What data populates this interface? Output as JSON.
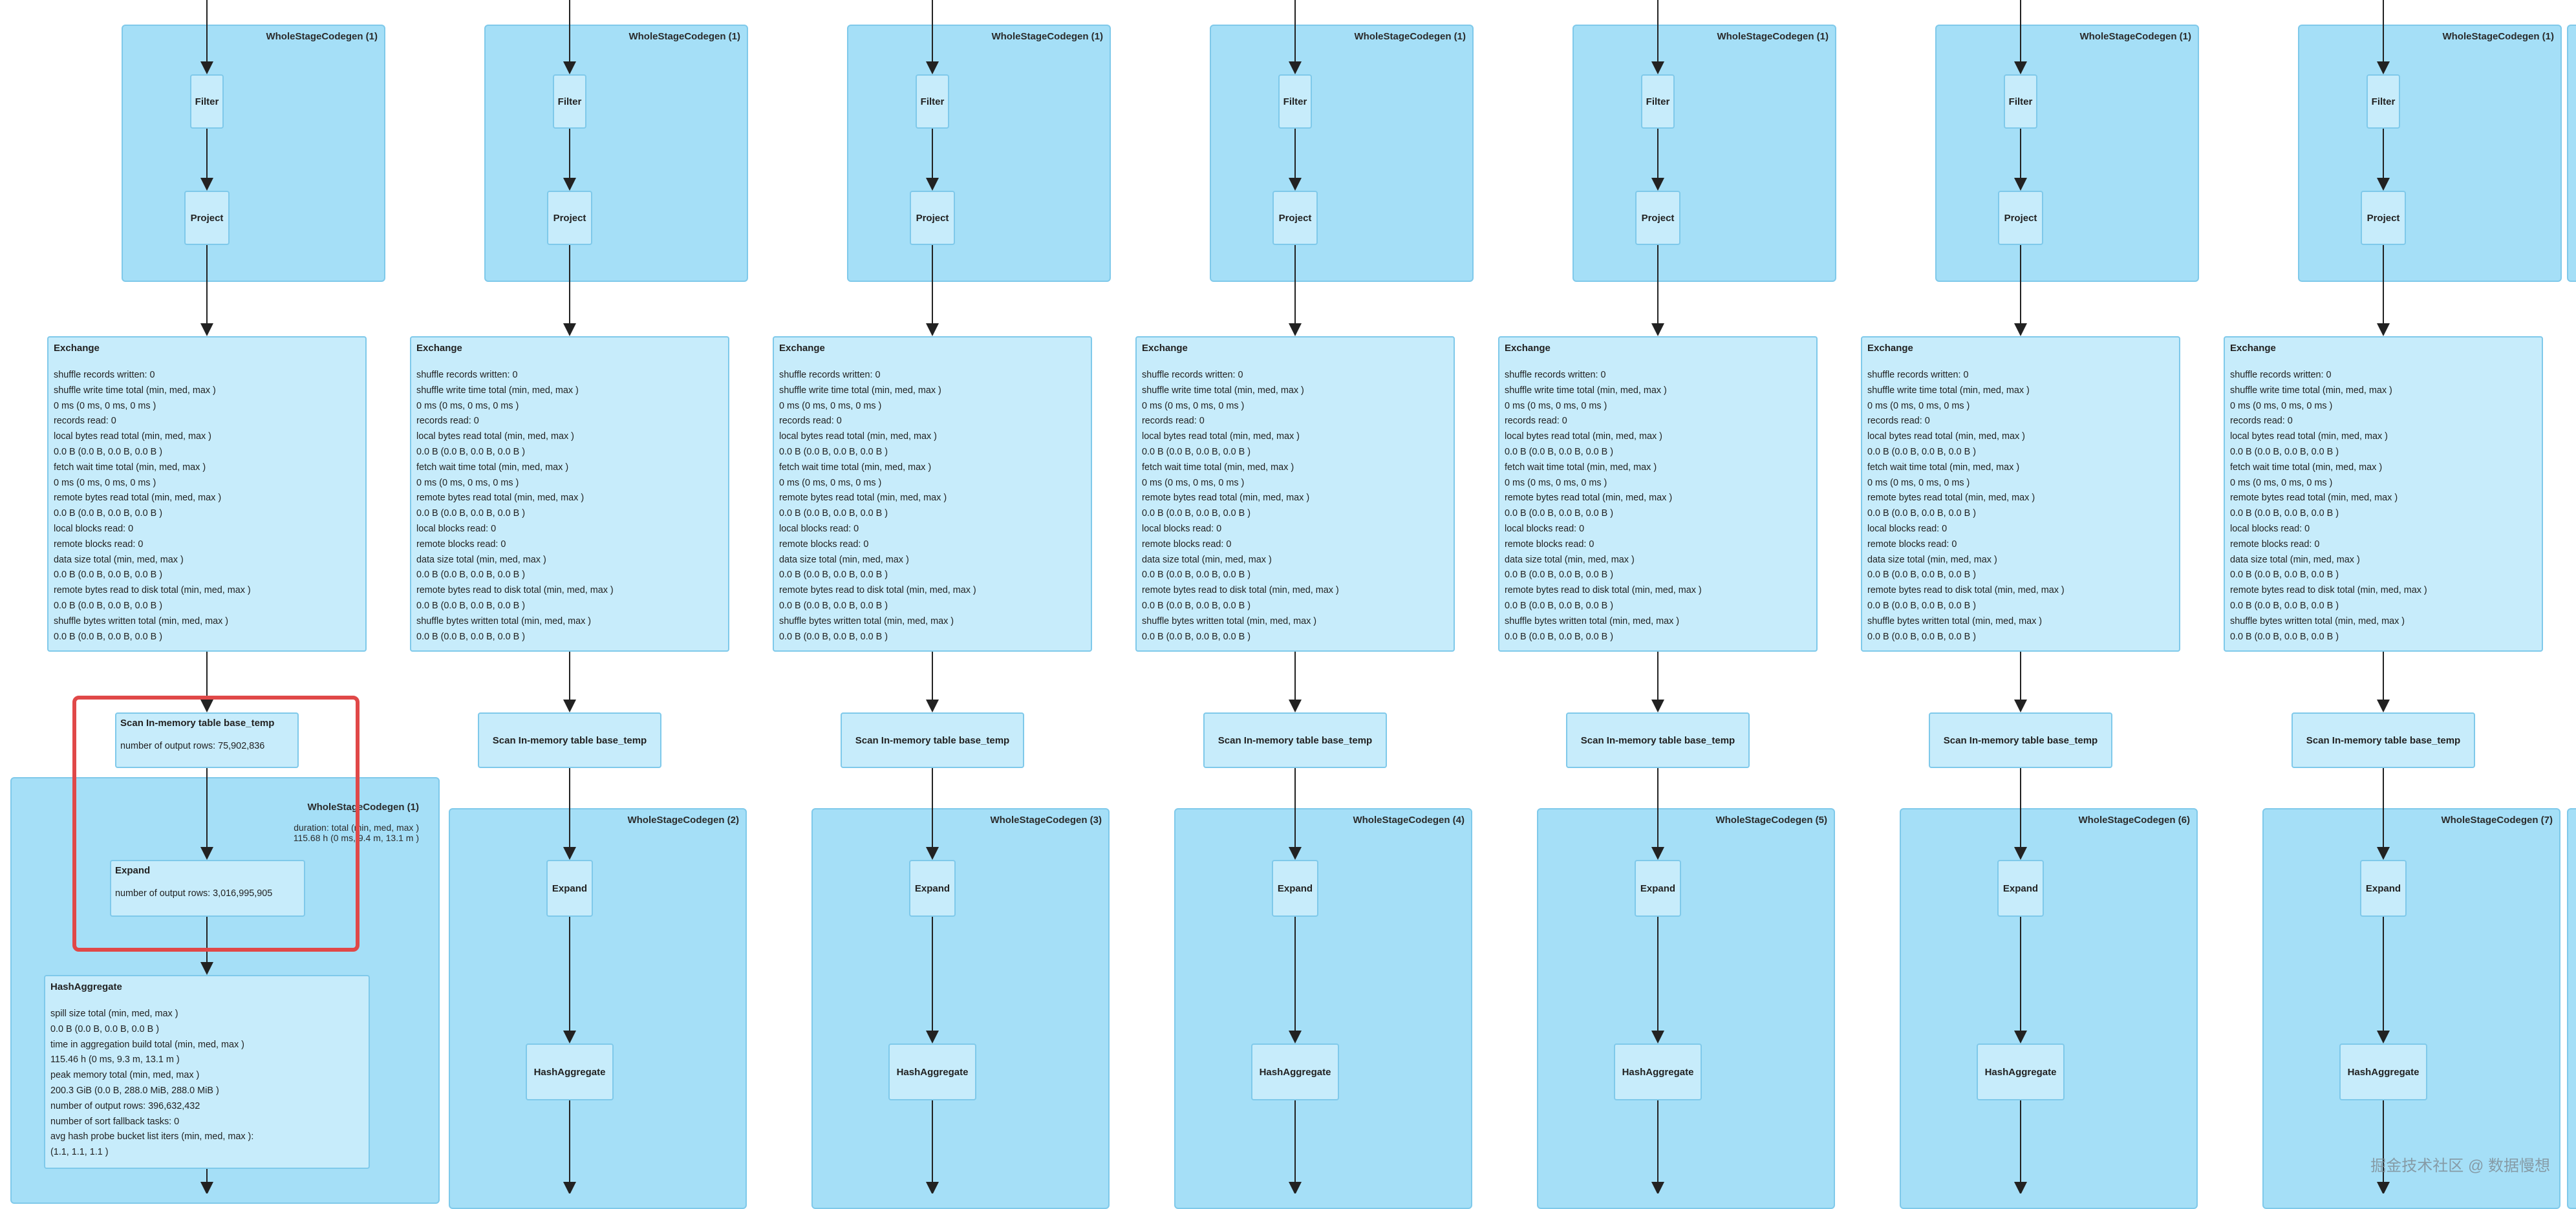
{
  "columns": [
    {
      "cg_top": "WholeStageCodegen (1)",
      "cg_bottom": "WholeStageCodegen (1)"
    },
    {
      "cg_top": "WholeStageCodegen (1)",
      "cg_bottom": "WholeStageCodegen (2)"
    },
    {
      "cg_top": "WholeStageCodegen (1)",
      "cg_bottom": "WholeStageCodegen (3)"
    },
    {
      "cg_top": "WholeStageCodegen (1)",
      "cg_bottom": "WholeStageCodegen (4)"
    },
    {
      "cg_top": "WholeStageCodegen (1)",
      "cg_bottom": "WholeStageCodegen (5)"
    },
    {
      "cg_top": "WholeStageCodegen (1)",
      "cg_bottom": "WholeStageCodegen (6)"
    },
    {
      "cg_top": "WholeStageCodegen (1)",
      "cg_bottom": "WholeStageCodegen (7)"
    }
  ],
  "nodes": {
    "filter": "Filter",
    "project": "Project",
    "exchange": "Exchange",
    "scan": "Scan In-memory table base_temp",
    "expand": "Expand",
    "hashagg": "HashAggregate"
  },
  "exchange_metrics": [
    "shuffle records written: 0",
    "shuffle write time total (min, med, max )",
    "0 ms (0 ms, 0 ms, 0 ms )",
    "records read: 0",
    "local bytes read total (min, med, max )",
    "0.0 B (0.0 B, 0.0 B, 0.0 B )",
    "fetch wait time total (min, med, max )",
    "0 ms (0 ms, 0 ms, 0 ms )",
    "remote bytes read total (min, med, max )",
    "0.0 B (0.0 B, 0.0 B, 0.0 B )",
    "local blocks read: 0",
    "remote blocks read: 0",
    "data size total (min, med, max )",
    "0.0 B (0.0 B, 0.0 B, 0.0 B )",
    "remote bytes read to disk total (min, med, max )",
    "0.0 B (0.0 B, 0.0 B, 0.0 B )",
    "shuffle bytes written total (min, med, max )",
    "0.0 B (0.0 B, 0.0 B, 0.0 B )"
  ],
  "first_column": {
    "scan_metric": "number of output rows: 75,902,836",
    "cg_duration": "duration: total (min, med, max )\n115.68 h (0 ms, 9.4 m, 13.1 m )",
    "expand_metric": "number of output rows: 3,016,995,905",
    "hashagg_metrics": [
      "spill size total (min, med, max )",
      "0.0 B (0.0 B, 0.0 B, 0.0 B )",
      "time in aggregation build total (min, med, max )",
      "115.46 h (0 ms, 9.3 m, 13.1 m )",
      "peak memory total (min, med, max )",
      "200.3 GiB (0.0 B, 288.0 MiB, 288.0 MiB )",
      "number of output rows: 396,632,432",
      "number of sort fallback tasks: 0",
      "avg hash probe bucket list iters (min, med, max ):",
      "(1.1, 1.1, 1.1 )"
    ]
  },
  "watermark": "掘金技术社区 @ 数据慢想",
  "colors": {
    "cluster": "#a5dff7",
    "node": "#c7ecfb",
    "highlight": "#e04848"
  }
}
